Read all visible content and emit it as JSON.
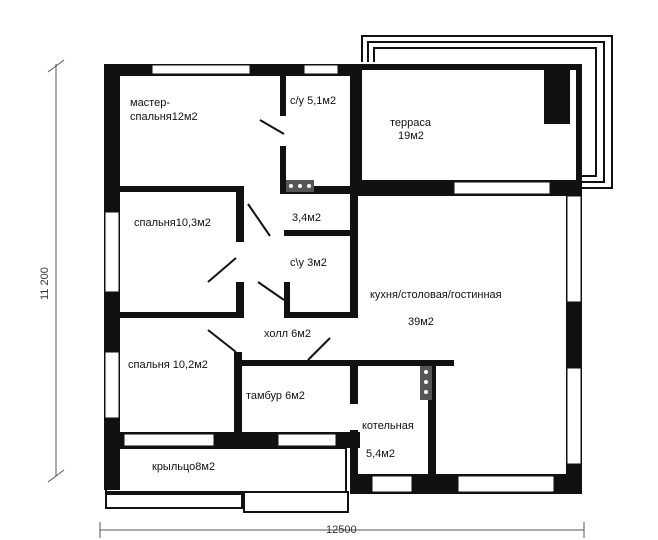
{
  "rooms": {
    "master_line1": "мастер-",
    "master_line2": "спальня12м2",
    "bath1": "с/у 5,1м2",
    "terrace_line1": "терраса",
    "terrace_line2": "19м2",
    "bedroom2": "спальня10,3м2",
    "small_room": "3,4м2",
    "bath2": "с\\у 3м2",
    "kitchen_line1": "кухня/столовая/гостинная",
    "kitchen_line2": "39м2",
    "hall": "холл 6м2",
    "bedroom3": "спальня 10,2м2",
    "vestibule": "тамбур 6м2",
    "boiler_line1": "котельная",
    "boiler_line2": "5,4м2",
    "porch": "крыльцо8м2"
  },
  "dimensions": {
    "height": "11 200",
    "width": "12500"
  }
}
